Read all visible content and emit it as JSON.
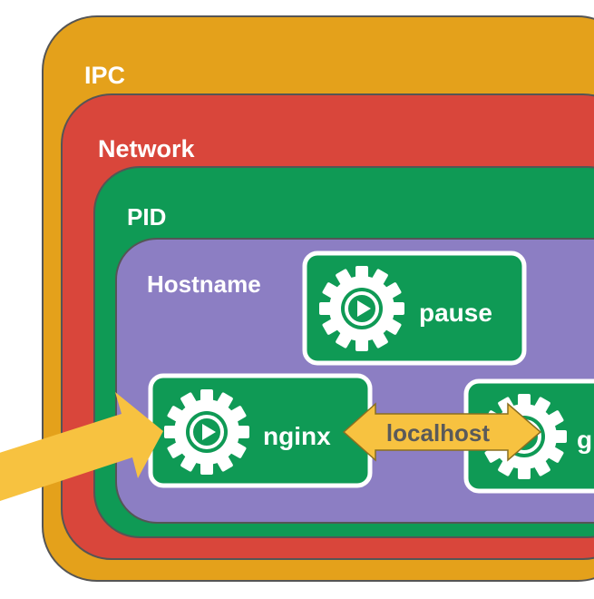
{
  "namespaces": {
    "ipc": {
      "label": "IPC",
      "color": "#E4A11B"
    },
    "network": {
      "label": "Network",
      "color": "#D9463B"
    },
    "pid": {
      "label": "PID",
      "color": "#0F9A55"
    },
    "hostname": {
      "label": "Hostname",
      "color": "#8C7EC3"
    }
  },
  "containers": {
    "pause": {
      "label": "pause",
      "icon": "gear-play-icon",
      "color": "#0F9A55"
    },
    "nginx": {
      "label": "nginx",
      "icon": "gear-play-icon",
      "color": "#0F9A55"
    },
    "third": {
      "label": "g",
      "icon": "gear-play-icon",
      "color": "#0F9A55"
    }
  },
  "link": {
    "label": "localhost",
    "icon": "double-arrow-icon",
    "color": "#F7C240"
  },
  "incoming": {
    "icon": "arrow-right-icon",
    "color": "#F7C240"
  }
}
